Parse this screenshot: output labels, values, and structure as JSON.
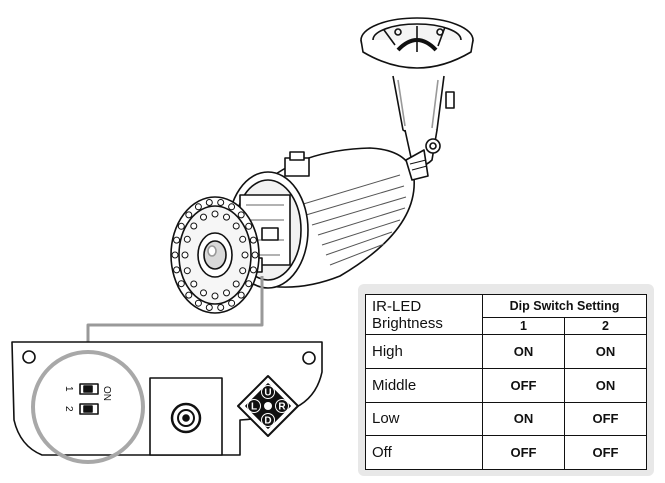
{
  "dip_switch": {
    "on_label": "ON",
    "pos_1": "1",
    "pos_2": "2"
  },
  "joystick": {
    "up": "U",
    "down": "D",
    "left": "L",
    "right": "R"
  },
  "table": {
    "row_header_line1": "IR-LED",
    "row_header_line2": "Brightness",
    "group_header": "Dip Switch Setting",
    "col1": "1",
    "col2": "2",
    "rows": [
      {
        "label": "High",
        "s1": "ON",
        "s2": "ON"
      },
      {
        "label": "Middle",
        "s1": "OFF",
        "s2": "ON"
      },
      {
        "label": "Low",
        "s1": "ON",
        "s2": "OFF"
      },
      {
        "label": "Off",
        "s1": "OFF",
        "s2": "OFF"
      }
    ]
  }
}
